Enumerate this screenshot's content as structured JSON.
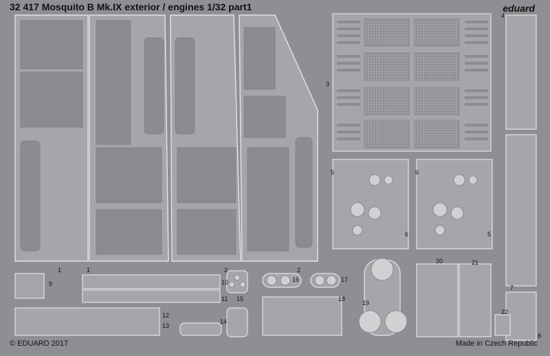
{
  "header": {
    "title": "32 417  Mosquito B Mk.IX exterior / engines  1/32  part1",
    "logo": "eduard"
  },
  "footer": {
    "copyright": "© EDUARD 2017",
    "origin": "Made in Czech Republic"
  },
  "part_numbers": [
    "1",
    "1",
    "2",
    "2",
    "3",
    "4",
    "5",
    "5",
    "6",
    "6",
    "7",
    "8",
    "9",
    "10",
    "11",
    "12",
    "13",
    "14",
    "15",
    "16",
    "17",
    "18",
    "19",
    "20",
    "21",
    "22"
  ],
  "colors": {
    "fret": "#8d8f92",
    "part": "#a4a6a9",
    "outline": "#e3e4e5",
    "etch": "#7c7e81",
    "text": "#111111"
  }
}
